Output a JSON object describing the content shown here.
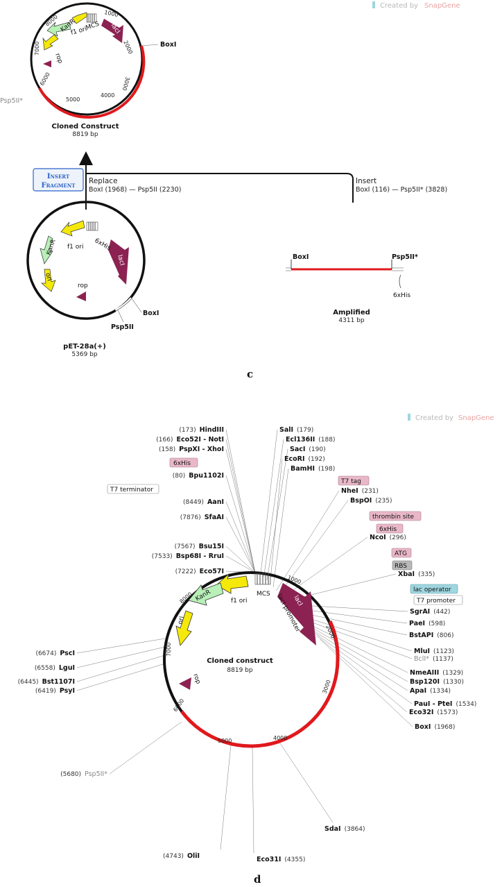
{
  "watermark": {
    "prefix": "Created by",
    "brand": "SnapGene"
  },
  "panel_c": {
    "caption": "c",
    "cloned": {
      "name": "Cloned Construct",
      "size": "8819 bp",
      "ticks": [
        "1000",
        "2000",
        "3000",
        "4000",
        "5000",
        "6000",
        "7000",
        "8000"
      ],
      "features": [
        "KanR",
        "f1 ori",
        "MCS",
        "lacI",
        "rop"
      ],
      "sites": [
        "BoxI",
        "Psp5II*"
      ]
    },
    "insert_button": {
      "line1": "Insert",
      "line2": "Fragment"
    },
    "replace": {
      "title": "Replace",
      "from_name": "BoxI",
      "from_pos": "(1968)",
      "dash": "—",
      "to_name": "Psp5II",
      "to_pos": "(2230)"
    },
    "insert": {
      "title": "Insert",
      "from_name": "BoxI",
      "from_pos": "(116)",
      "dash": "—",
      "to_name": "Psp5II*",
      "to_pos": "(3828)"
    },
    "vector": {
      "name": "pET-28a(+)",
      "size": "5369 bp",
      "features": [
        "f1 ori",
        "KanR",
        "ori",
        "6xHis",
        "lacI",
        "rop"
      ],
      "sites": [
        "BoxI",
        "Psp5II"
      ]
    },
    "amplified": {
      "name": "Amplified",
      "size": "4311 bp",
      "left_site": "BoxI",
      "right_site": "Psp5II*",
      "feature": "6xHis"
    }
  },
  "panel_d": {
    "caption": "d",
    "map": {
      "name": "Cloned construct",
      "size": "8819 bp",
      "ticks": [
        "1000",
        "2000",
        "3000",
        "4000",
        "5000",
        "6000",
        "7000",
        "8000"
      ],
      "features": [
        "KanR",
        "f1 ori",
        "MCS",
        "lacI",
        "lacI promoter",
        "ori",
        "rop"
      ]
    },
    "sites_top": [
      {
        "pos": "(173)",
        "name": "HindIII"
      },
      {
        "pos": "(166)",
        "name": "Eco52I - NotI"
      },
      {
        "pos": "(158)",
        "name": "PspXI - XhoI"
      },
      {
        "pos": "(80)",
        "name": "Bpu1102I"
      },
      {
        "pos": "(8449)",
        "name": "AanI"
      },
      {
        "pos": "(7876)",
        "name": "SfaAI"
      },
      {
        "pos": "(7567)",
        "name": "Bsu15I"
      },
      {
        "pos": "(7533)",
        "name": "Bsp68I - RruI"
      },
      {
        "pos": "(7222)",
        "name": "Eco57I"
      }
    ],
    "sites_right": [
      {
        "name": "SalI",
        "pos": "(179)"
      },
      {
        "name": "Ecl136II",
        "pos": "(188)"
      },
      {
        "name": "SacI",
        "pos": "(190)"
      },
      {
        "name": "EcoRI",
        "pos": "(192)"
      },
      {
        "name": "BamHI",
        "pos": "(198)"
      },
      {
        "name": "NheI",
        "pos": "(231)"
      },
      {
        "name": "BspOI",
        "pos": "(235)"
      },
      {
        "name": "NcoI",
        "pos": "(296)"
      },
      {
        "name": "XbaI",
        "pos": "(335)"
      },
      {
        "name": "SgrAI",
        "pos": "(442)"
      },
      {
        "name": "PaeI",
        "pos": "(598)"
      },
      {
        "name": "BstAPI",
        "pos": "(806)"
      },
      {
        "name": "MluI",
        "pos": "(1123)"
      },
      {
        "name": "BclI*",
        "pos": "(1137)"
      },
      {
        "name": "NmeAIII",
        "pos": "(1329)"
      },
      {
        "name": "Bsp120I",
        "pos": "(1330)"
      },
      {
        "name": "ApaI",
        "pos": "(1334)"
      },
      {
        "name": "PauI - PteI",
        "pos": "(1534)"
      },
      {
        "name": "Eco32I",
        "pos": "(1573)"
      },
      {
        "name": "BoxI",
        "pos": "(1968)"
      }
    ],
    "sites_left": [
      {
        "pos": "(6674)",
        "name": "PscI"
      },
      {
        "pos": "(6558)",
        "name": "LguI"
      },
      {
        "pos": "(6445)",
        "name": "Bst1107I"
      },
      {
        "pos": "(6419)",
        "name": "PsyI"
      },
      {
        "pos": "(5680)",
        "name": "Psp5II*"
      }
    ],
    "sites_bottom": [
      {
        "pos": "(4743)",
        "name": "OliI"
      },
      {
        "name": "Eco31I",
        "pos": "(4355)"
      },
      {
        "name": "SdaI",
        "pos": "(3864)"
      }
    ],
    "boxed": {
      "six_his_1": "6xHis",
      "t7_term": "T7 terminator",
      "t7_tag": "T7 tag",
      "thrombin": "thrombin site",
      "six_his_2": "6xHis",
      "atg": "ATG",
      "rbs": "RBS",
      "lac_op": "lac operator",
      "t7_prom": "T7 promoter"
    }
  },
  "colors": {
    "insert_red": "#e0191d",
    "ring": "#111111",
    "kanr": "#b8f0b8",
    "ori": "#f5e90a",
    "lacI": "#8b2252",
    "box_pink": "#e9b8c8",
    "box_grey": "#b9b9b9",
    "box_teal": "#9fd6e0",
    "button_blue": "#2c63c8"
  }
}
